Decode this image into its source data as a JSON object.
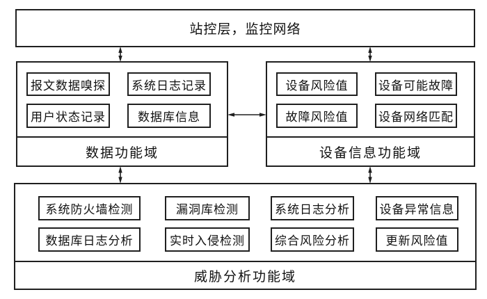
{
  "diagram": {
    "title_box": {
      "label": "站控层，监控网络"
    },
    "domains": {
      "data": {
        "label": "数据功能域",
        "items": [
          "报文数据嗅探",
          "系统日志记录",
          "用户状态记录",
          "数据库信息"
        ]
      },
      "device": {
        "label": "设备信息功能域",
        "items": [
          "设备风险值",
          "设备可能故障",
          "故障风险值",
          "设备网络匹配"
        ]
      },
      "threat": {
        "label": "威胁分析功能域",
        "items": [
          "系统防火墙检测",
          "漏洞库检测",
          "系统日志分析",
          "设备异常信息",
          "数据库日志分析",
          "实时入侵检测",
          "综合风险分析",
          "更新风险值"
        ]
      }
    },
    "connections": [
      "station-layer <-> data-domain",
      "station-layer <-> device-domain",
      "data-domain <-> device-domain",
      "data-domain <-> threat-domain",
      "device-domain <-> threat-domain"
    ],
    "colors": {
      "line": "#1f1f1f",
      "background": "#ffffff"
    }
  }
}
